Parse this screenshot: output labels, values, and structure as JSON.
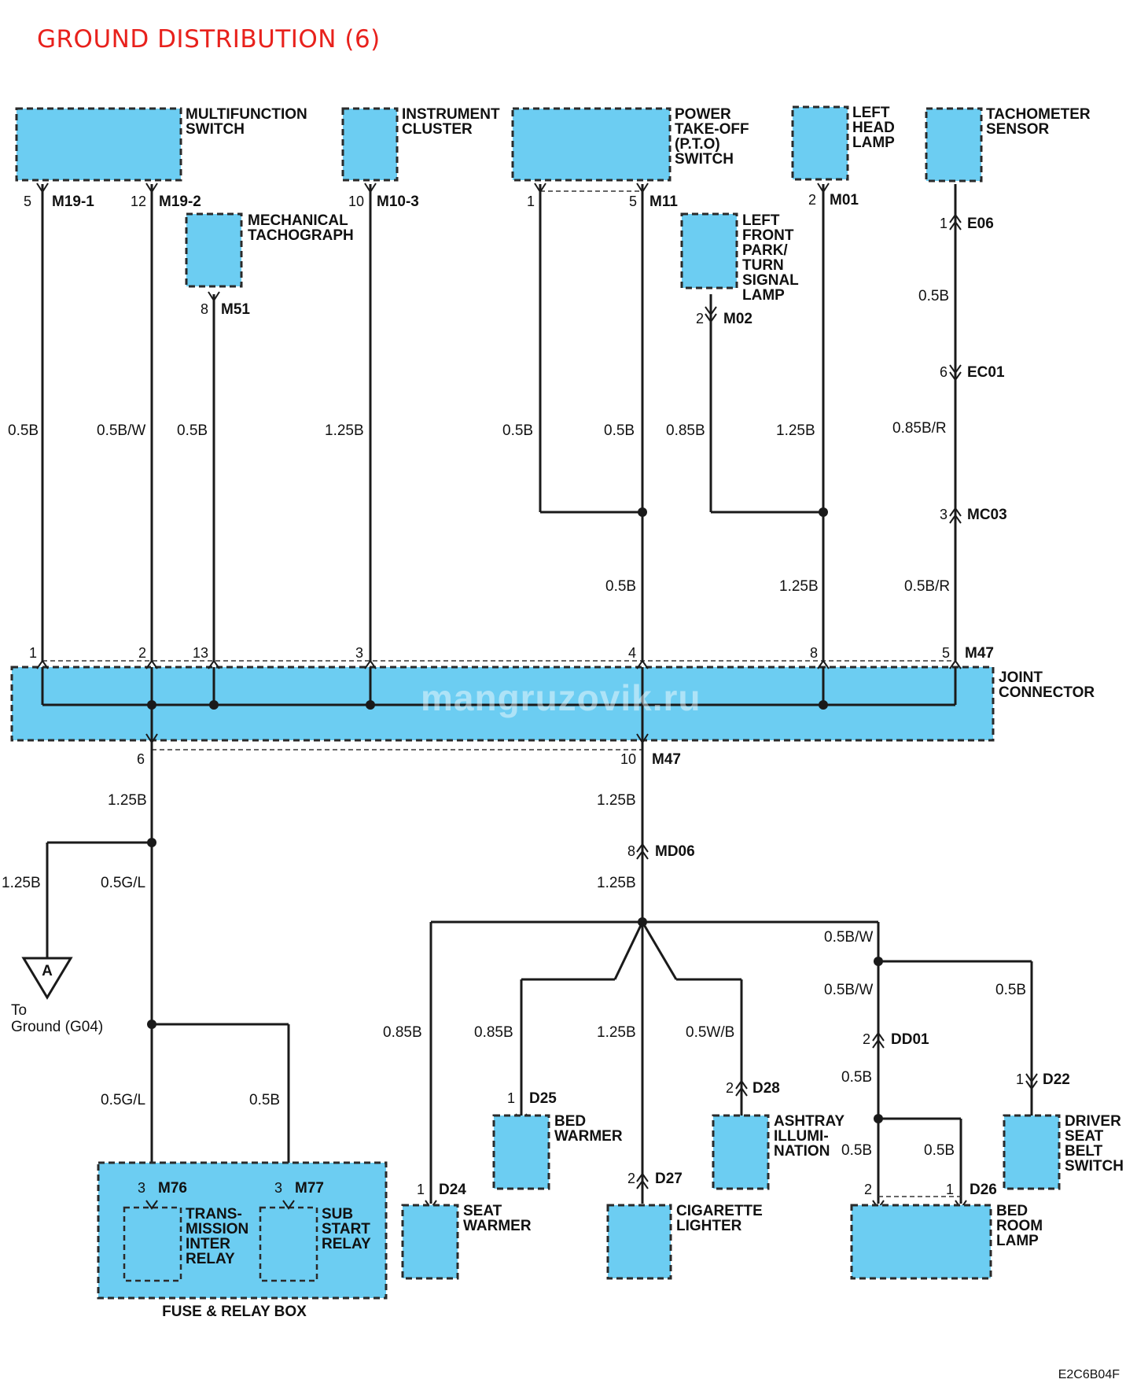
{
  "title": "GROUND DISTRIBUTION (6)",
  "figure_code": "E2C6B04F",
  "watermark": "mangruzovik.ru",
  "components": {
    "multifunction_switch": [
      "MULTIFUNCTION",
      "SWITCH"
    ],
    "instrument_cluster": [
      "INSTRUMENT",
      "CLUSTER"
    ],
    "pto_switch": [
      "POWER",
      "TAKE-OFF",
      "(P.T.O)",
      "SWITCH"
    ],
    "left_head_lamp": [
      "LEFT",
      "HEAD",
      "LAMP"
    ],
    "tachometer_sensor": [
      "TACHOMETER",
      "SENSOR"
    ],
    "mechanical_tachograph": [
      "MECHANICAL",
      "TACHOGRAPH"
    ],
    "left_front_park_lamp": [
      "LEFT",
      "FRONT",
      "PARK/",
      "TURN",
      "SIGNAL",
      "LAMP"
    ],
    "joint_connector": [
      "JOINT",
      "CONNECTOR"
    ],
    "transmission_inter_relay": [
      "TRANS-",
      "MISSION",
      "INTER",
      "RELAY"
    ],
    "sub_start_relay": [
      "SUB",
      "START",
      "RELAY"
    ],
    "fuse_relay_box": "FUSE & RELAY BOX",
    "seat_warmer": [
      "SEAT",
      "WARMER"
    ],
    "bed_warmer": [
      "BED",
      "WARMER"
    ],
    "cigarette_lighter": [
      "CIGARETTE",
      "LIGHTER"
    ],
    "ashtray_illumination": [
      "ASHTRAY",
      "ILLUMI-",
      "NATION"
    ],
    "bed_room_lamp": [
      "BED",
      "ROOM",
      "LAMP"
    ],
    "driver_seat_belt_switch": [
      "DRIVER",
      "SEAT",
      "BELT",
      "SWITCH"
    ]
  },
  "ground": {
    "symbol_label": "A",
    "text": [
      "To",
      "Ground (G04)"
    ]
  },
  "connectors": {
    "m19_1": "M19-1",
    "m19_2": "M19-2",
    "m10_3": "M10-3",
    "m11": "M11",
    "m01": "M01",
    "m51": "M51",
    "m02": "M02",
    "e06": "E06",
    "ec01": "EC01",
    "mc03": "MC03",
    "m47_top": "M47",
    "m47_bottom": "M47",
    "md06": "MD06",
    "m76": "M76",
    "m77": "M77",
    "d24": "D24",
    "d25": "D25",
    "d27": "D27",
    "d28": "D28",
    "dd01": "DD01",
    "d22": "D22",
    "d26": "D26"
  },
  "pins": {
    "m19_1": "5",
    "m19_2": "12",
    "m10_3": "10",
    "m11_a": "1",
    "m11_b": "5",
    "m01": "2",
    "m51": "8",
    "m02": "2",
    "e06": "1",
    "ec01": "6",
    "mc03": "3",
    "jc_1": "1",
    "jc_2": "2",
    "jc_13": "13",
    "jc_3": "3",
    "jc_4": "4",
    "jc_8": "8",
    "jc_5": "5",
    "jc_6": "6",
    "jc_10": "10",
    "md06": "8",
    "m76": "3",
    "m77": "3",
    "d24": "1",
    "d25": "1",
    "d27": "2",
    "d28": "2",
    "dd01": "2",
    "d22": "1",
    "d26_a": "2",
    "d26_b": "1"
  },
  "wires": {
    "c1": "0.5B",
    "c2": "0.5B/W",
    "c3": "0.5B",
    "c4": "1.25B",
    "c5": "0.5B",
    "c6": "0.5B",
    "c7": "0.85B",
    "c8": "1.25B",
    "c9a": "0.5B",
    "c9b": "0.85B/R",
    "c9c": "0.5B/R",
    "c6_low": "0.5B",
    "c8_low": "1.25B",
    "jc6_out": "1.25B",
    "ground_branch": "1.25B",
    "g_l_1": "0.5G/L",
    "g_l_2": "0.5G/L",
    "m77_wire": "0.5B",
    "jc10_out": "1.25B",
    "md06_out": "1.25B",
    "seat_warmer": "0.85B",
    "bed_warmer": "0.85B",
    "cig_lighter": "1.25B",
    "ashtray": "0.5W/B",
    "right_a": "0.5B/W",
    "right_b": "0.5B/W",
    "d22_wire": "0.5B",
    "dd01_out": "0.5B",
    "d26_a": "0.5B",
    "d26_b": "0.5B"
  },
  "colors": {
    "component_fill": "#6ccdf2",
    "title": "#e8211c",
    "wire": "#1a1a1a"
  }
}
